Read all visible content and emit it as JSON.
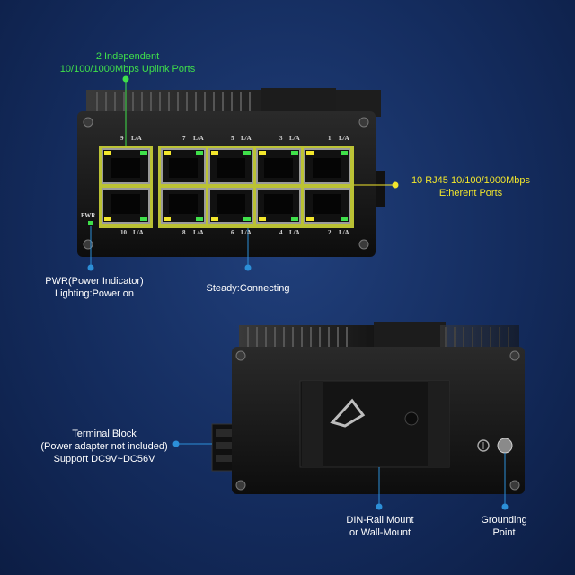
{
  "callouts": {
    "uplink_line1": "2 Independent",
    "uplink_line2": "10/100/1000Mbps Uplink Ports",
    "rj45_line1": "10 RJ45 10/100/1000Mbps",
    "rj45_line2": "Etherent Ports",
    "pwr_line1": "PWR(Power Indicator)",
    "pwr_line2": "Lighting:Power on",
    "steady": "Steady:Connecting",
    "terminal_line1": "Terminal Block",
    "terminal_line2": "(Power adapter not included)",
    "terminal_line3": "Support DC9V~DC56V",
    "din_line1": "DIN-Rail Mount",
    "din_line2": "or Wall-Mount",
    "ground_line1": "Grounding",
    "ground_line2": "Point"
  },
  "front_panel": {
    "pwr_label": "PWR",
    "la": "L/A",
    "top_numbers": [
      "9",
      "7",
      "5",
      "3",
      "1"
    ],
    "bottom_numbers": [
      "10",
      "8",
      "6",
      "4",
      "2"
    ]
  },
  "colors": {
    "uplink_text": "#3fe04a",
    "port_text": "#f2e62c",
    "highlight": "#eef03c",
    "led_green": "#3fe04a",
    "led_yellow": "#f2e62c",
    "dot": "#2c8fd8"
  }
}
